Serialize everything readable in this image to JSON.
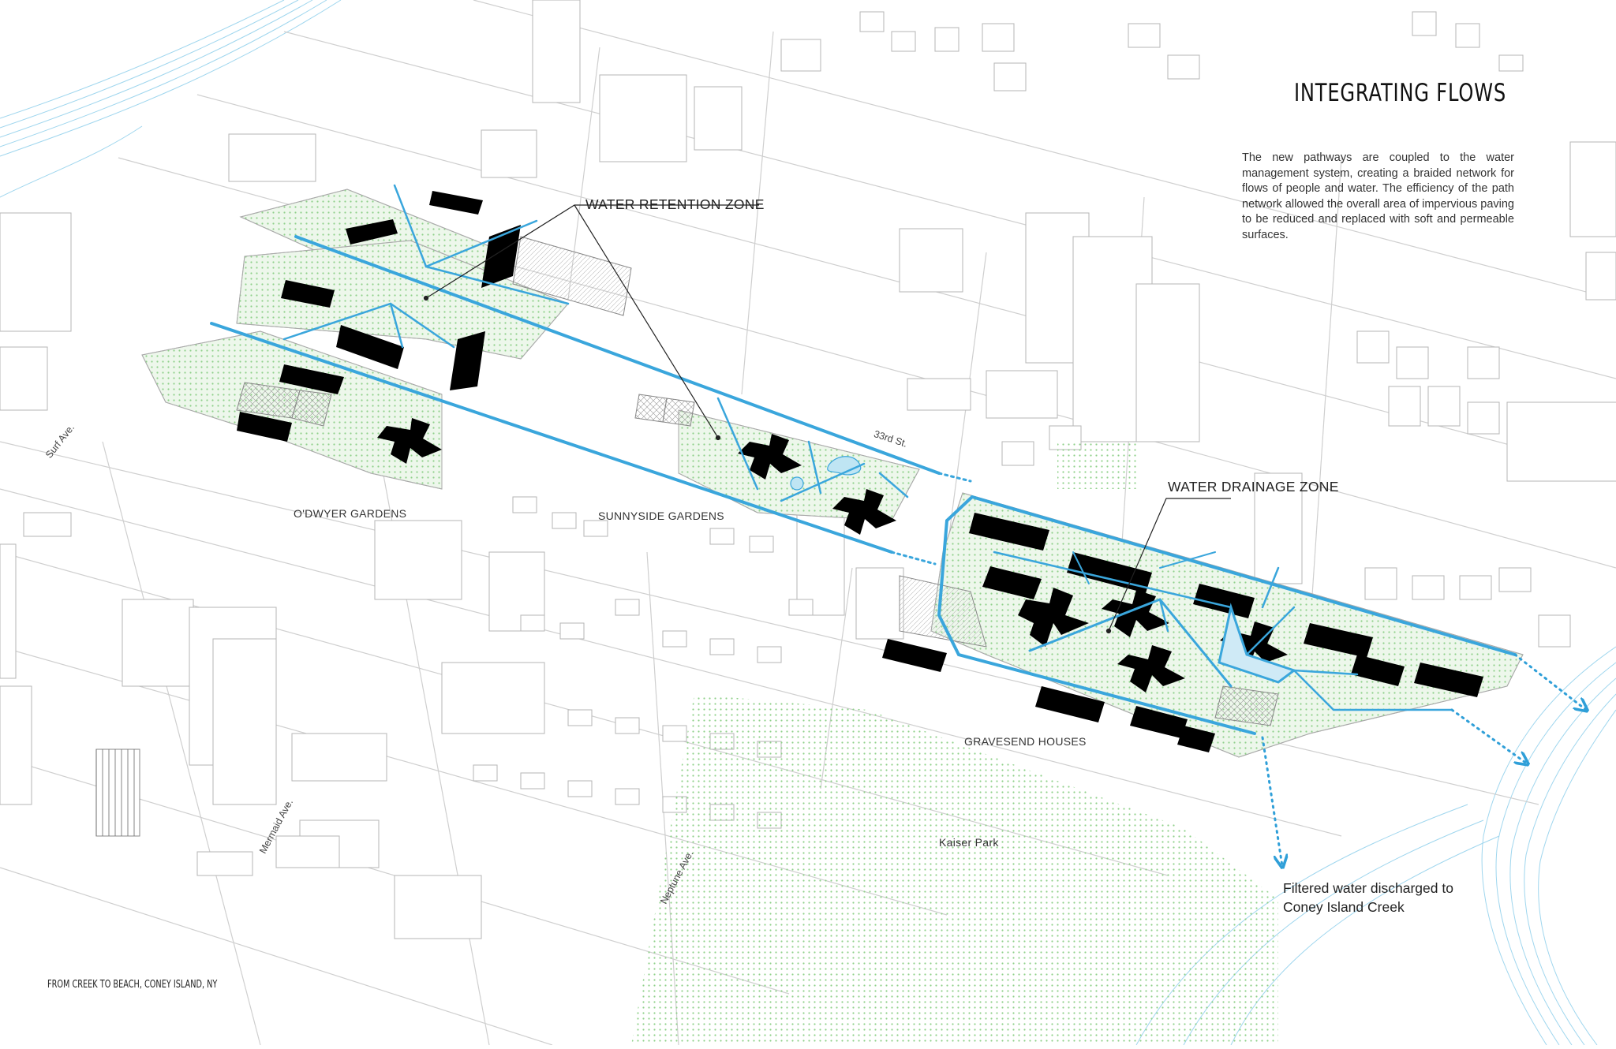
{
  "title": "INTEGRATING FLOWS",
  "description": "The new pathways are coupled to the water management system, creating a braided network for flows of people and water. The efficiency of the path network allowed the overall area of impervious paving to be reduced and replaced with soft and permeable surfaces.",
  "zones": {
    "retention": "WATER RETENTION ZONE",
    "drainage": "WATER DRAINAGE ZONE"
  },
  "places": {
    "odwyer": "O'DWYER GARDENS",
    "sunnyside": "SUNNYSIDE GARDENS",
    "gravesend": "GRAVESEND HOUSES",
    "kaiser": "Kaiser Park"
  },
  "streets": {
    "surf": "Surf Ave.",
    "mermaid": "Mermaid Ave.",
    "neptune": "Neptune Ave.",
    "st33": "33rd St."
  },
  "discharge_note": "Filtered water discharged to Coney Island Creek",
  "footer": "FROM CREEK TO BEACH, CONEY ISLAND, NY",
  "colors": {
    "water_path": "#3aa6dc",
    "green_dots": "#8fd08a",
    "green_fill": "#e6f3e3",
    "building": "#000000",
    "creek": "#7cc7e8"
  }
}
